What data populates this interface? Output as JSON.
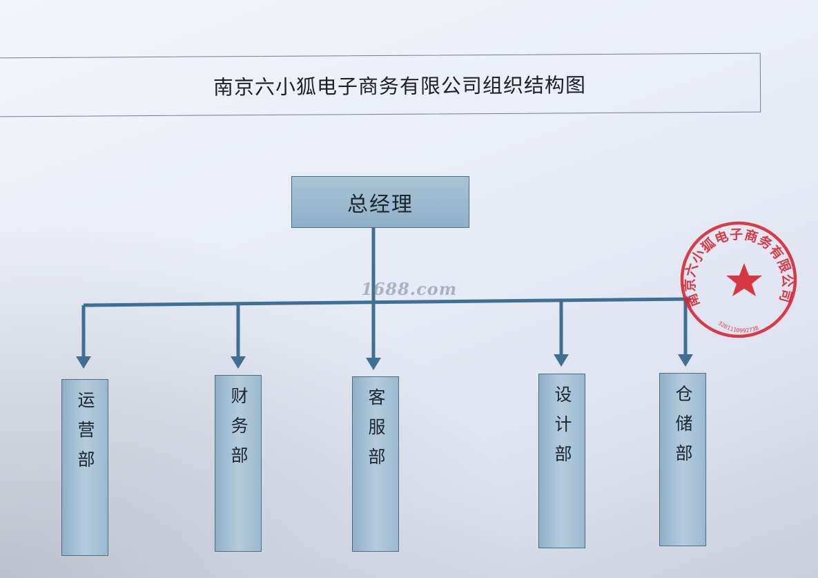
{
  "title": "南京六小狐电子商务有限公司组织结构图",
  "root": {
    "label": "总经理"
  },
  "departments": [
    {
      "label": "运营部"
    },
    {
      "label": "财务部"
    },
    {
      "label": "客服部"
    },
    {
      "label": "设计部"
    },
    {
      "label": "仓储部"
    }
  ],
  "watermark": "1688.com",
  "seal": {
    "text": "南京六小狐电子商务有限公司",
    "number": "3201110992738",
    "color": "#d6232f",
    "symbol": "star"
  },
  "colors": {
    "node_fill": "#a7c2d6",
    "node_border": "#4d6c82",
    "connector": "#3f6f93"
  }
}
